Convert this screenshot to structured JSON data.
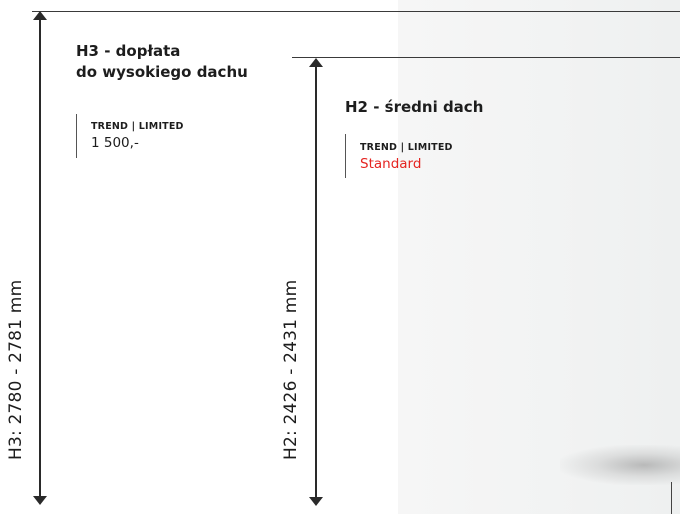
{
  "h3": {
    "title_line1": "H3 - dopłata",
    "title_line2": "do wysokiego dachu",
    "trim": "TREND | LIMITED",
    "price": "1 500,-",
    "dimension": "H3: 2780 - 2781 mm"
  },
  "h2": {
    "title": "H2 - średni dach",
    "trim": "TREND | LIMITED",
    "price": "Standard",
    "dimension": "H2: 2426 - 2431 mm"
  },
  "colors": {
    "accent_red": "#e52421",
    "text": "#1d1d1d",
    "line": "#2a2a2a"
  }
}
